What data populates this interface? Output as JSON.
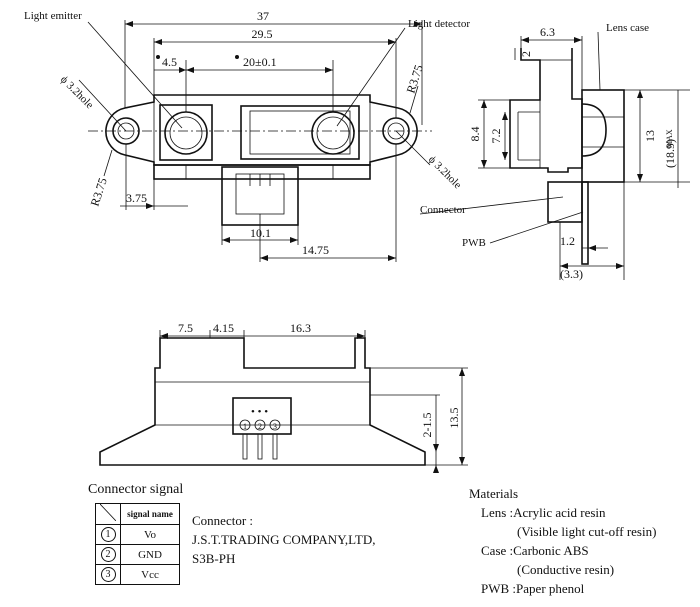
{
  "labels": {
    "light_emitter": "Light emitter",
    "light_detector": "Light detector",
    "lens_case": "Lens case",
    "connector": "Connector",
    "pwb": "PWB",
    "hole_left": "ϕ 3.2hole",
    "hole_right": "ϕ 3.2hole"
  },
  "dimensions": {
    "overall_width": "37",
    "hole_pitch": "29.5",
    "emitter_offset": "4.5",
    "emitter_detector": "20±0.1",
    "radius_top": "R3.75",
    "radius_bottom": "R3.75",
    "hole_to_body": "3.75",
    "connector_width": "10.1",
    "connector_offset": "14.75",
    "side_top_width": "6.3",
    "side_tab": "2",
    "side_height_outer": "8.4",
    "side_height_inner": "7.2",
    "side_total": "13",
    "side_max": "(18.9)",
    "side_max_tol": "MAX",
    "side_pwb": "1.2",
    "side_pwb_ref": "(3.3)",
    "bottom_left": "7.5",
    "bottom_gap": "4.15",
    "bottom_right": "16.3",
    "bottom_height": "13.5",
    "bottom_pin": "2-1.5"
  },
  "connector_signal": {
    "title": "Connector signal",
    "header": "signal name",
    "pins": [
      {
        "num": "1",
        "name": "Vo"
      },
      {
        "num": "2",
        "name": "GND"
      },
      {
        "num": "3",
        "name": "Vcc"
      }
    ]
  },
  "connector_info": {
    "line1": "Connector :",
    "line2": "J.S.T.TRADING COMPANY,LTD,",
    "line3": "S3B-PH"
  },
  "materials": {
    "title": "Materials",
    "lens_label": "Lens :",
    "lens_value": "Acrylic acid resin",
    "lens_note": "(Visible light cut-off resin)",
    "case_label": "Case :",
    "case_value": "Carbonic ABS",
    "case_note": "(Conductive resin)",
    "pwb_label": "PWB :",
    "pwb_value": "Paper phenol"
  }
}
